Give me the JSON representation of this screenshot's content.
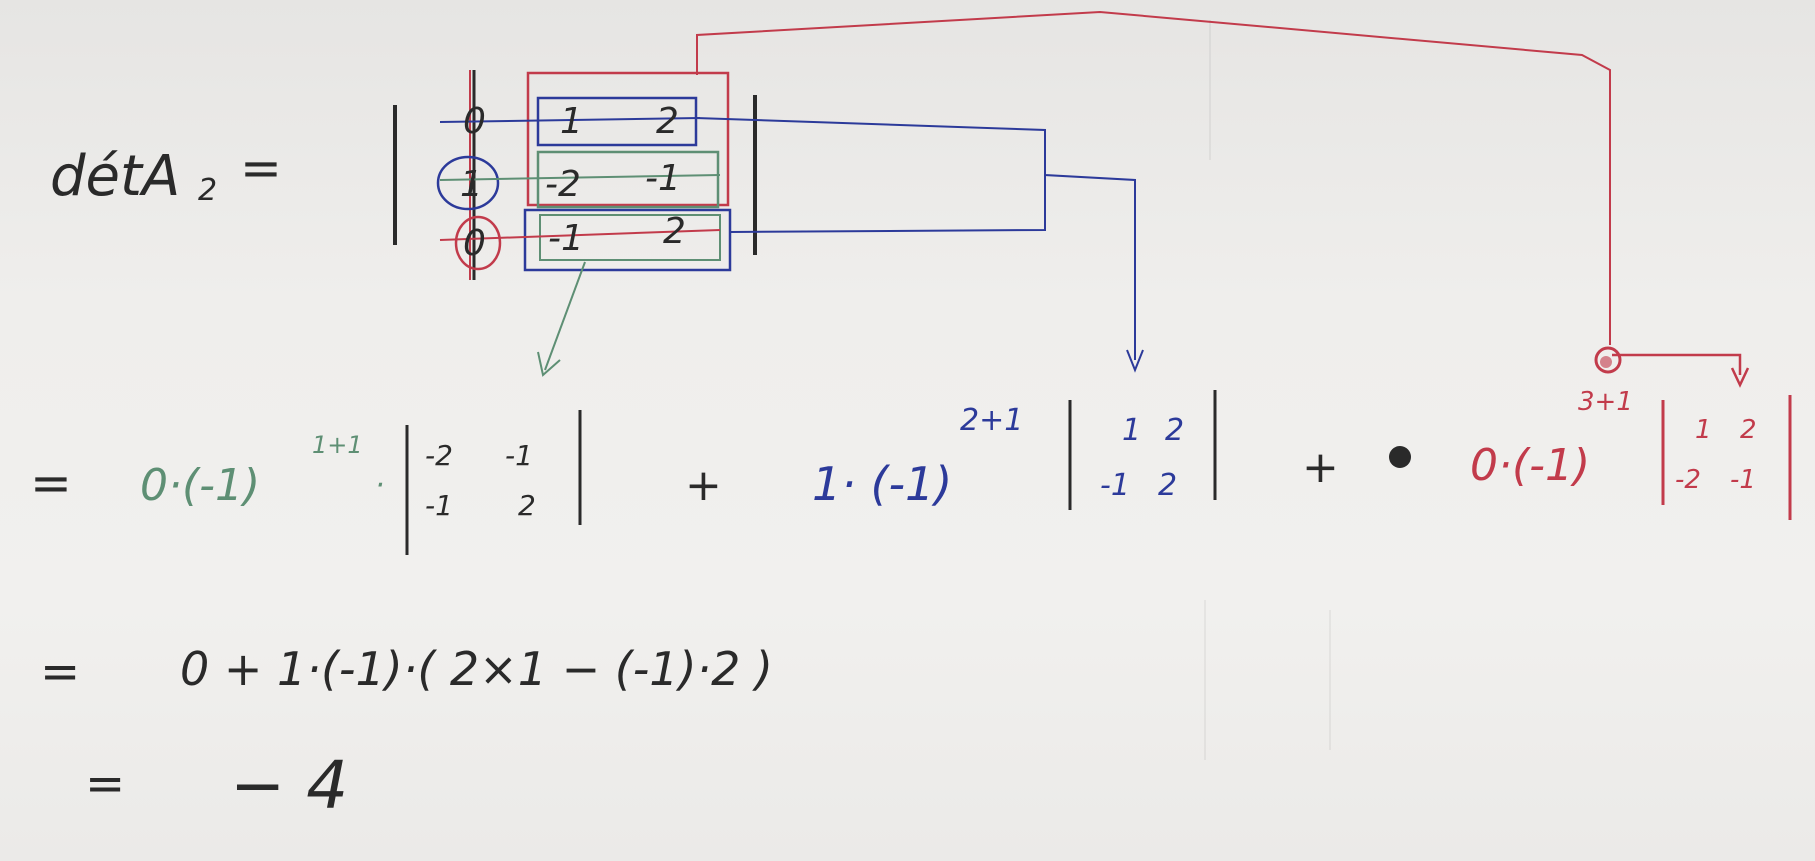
{
  "header": {
    "lhs": "détA",
    "lhs_sub": "2",
    "eq": "="
  },
  "matrix": {
    "rows": [
      {
        "c1": "0",
        "c2": "1",
        "c3": "2"
      },
      {
        "c1": "1",
        "c2": "-2",
        "c3": "-1"
      },
      {
        "c1": "0",
        "c2": "-1",
        "c3": "2"
      }
    ]
  },
  "expansion": {
    "eq": "=",
    "term1": {
      "coef": "0·(-1)",
      "exp": "1+1",
      "dot": "·",
      "minor": [
        "-2",
        "-1",
        "-1",
        "2"
      ]
    },
    "plus1": "+",
    "term2": {
      "coef": "1· (-1)",
      "exp": "2+1",
      "minor": [
        "1",
        "2",
        "-1",
        "2"
      ]
    },
    "plus2": "+",
    "term3": {
      "coef": "0·(-1)",
      "exp": "3+1",
      "minor": [
        "1",
        "2",
        "-2",
        "-1"
      ]
    }
  },
  "step2": {
    "eq": "=",
    "text": "0 + 1·(-1)·( 2×1 − (-1)·2 )"
  },
  "result": {
    "eq": "=",
    "value": "− 4"
  },
  "colors": {
    "ink": "#2a2a2a",
    "green": "#5e8f74",
    "blue": "#2c3a9a",
    "red": "#c23b4b"
  }
}
